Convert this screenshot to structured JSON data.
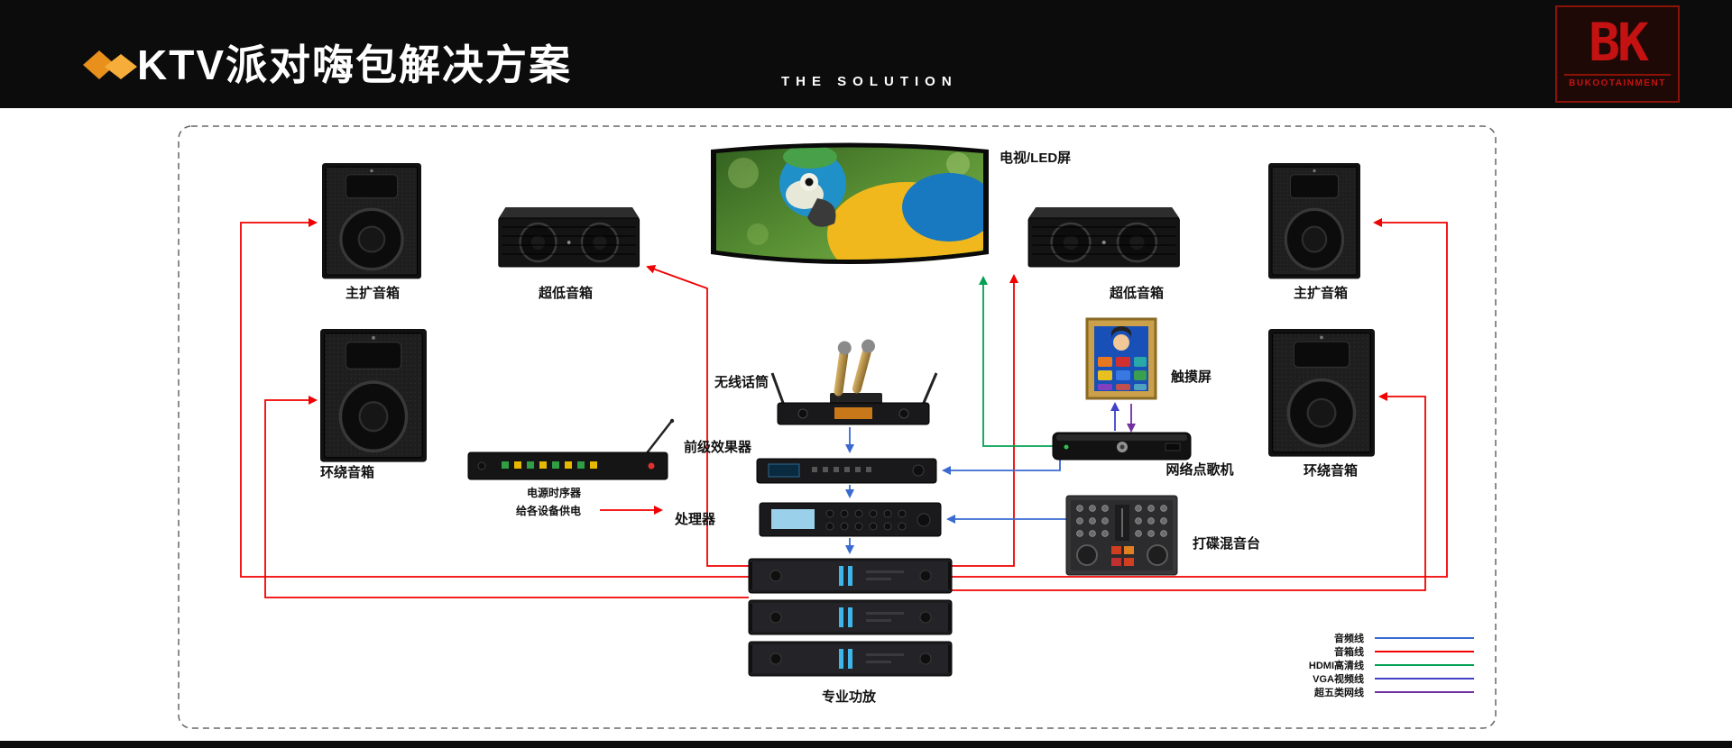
{
  "header": {
    "title": "KTV派对嗨包解决方案",
    "subtitle": "THE SOLUTION",
    "logo_text": "BK",
    "logo_brand": "BUKOOTAINMENT"
  },
  "diagram": {
    "tv_label": "电视/LED屏",
    "main_speaker_left_label": "主扩音箱",
    "sub_left_label": "超低音箱",
    "sub_right_label": "超低音箱",
    "main_speaker_right_label": "主扩音箱",
    "surround_left_label": "环绕音箱",
    "surround_right_label": "环绕音箱",
    "wireless_mic_label": "无线话筒",
    "pre_effects_label": "前级效果器",
    "processor_label": "处理器",
    "amplifier_label": "专业功放",
    "power_sequencer_label": "电源时序器",
    "power_note": "给各设备供电",
    "touch_screen_label": "触摸屏",
    "jukebox_label": "网络点歌机",
    "dj_mixer_label": "打碟混音台"
  },
  "legend": {
    "items": [
      {
        "label": "音频线",
        "color": "#3a6ad0"
      },
      {
        "label": "音箱线",
        "color": "#f00000"
      },
      {
        "label": "HDMI高清线",
        "color": "#00a050"
      },
      {
        "label": "VGA视频线",
        "color": "#4040c8"
      },
      {
        "label": "超五类网线",
        "color": "#7030a0"
      }
    ]
  },
  "colors": {
    "audio": "#3a6ad0",
    "speaker": "#f00000",
    "hdmi": "#00a050",
    "vga": "#4040c8",
    "cat5": "#7030a0",
    "note_red": "#e00000",
    "diamond_left": "#e88f1c",
    "diamond_right": "#f6ad3a",
    "logo_red": "#c41212"
  }
}
